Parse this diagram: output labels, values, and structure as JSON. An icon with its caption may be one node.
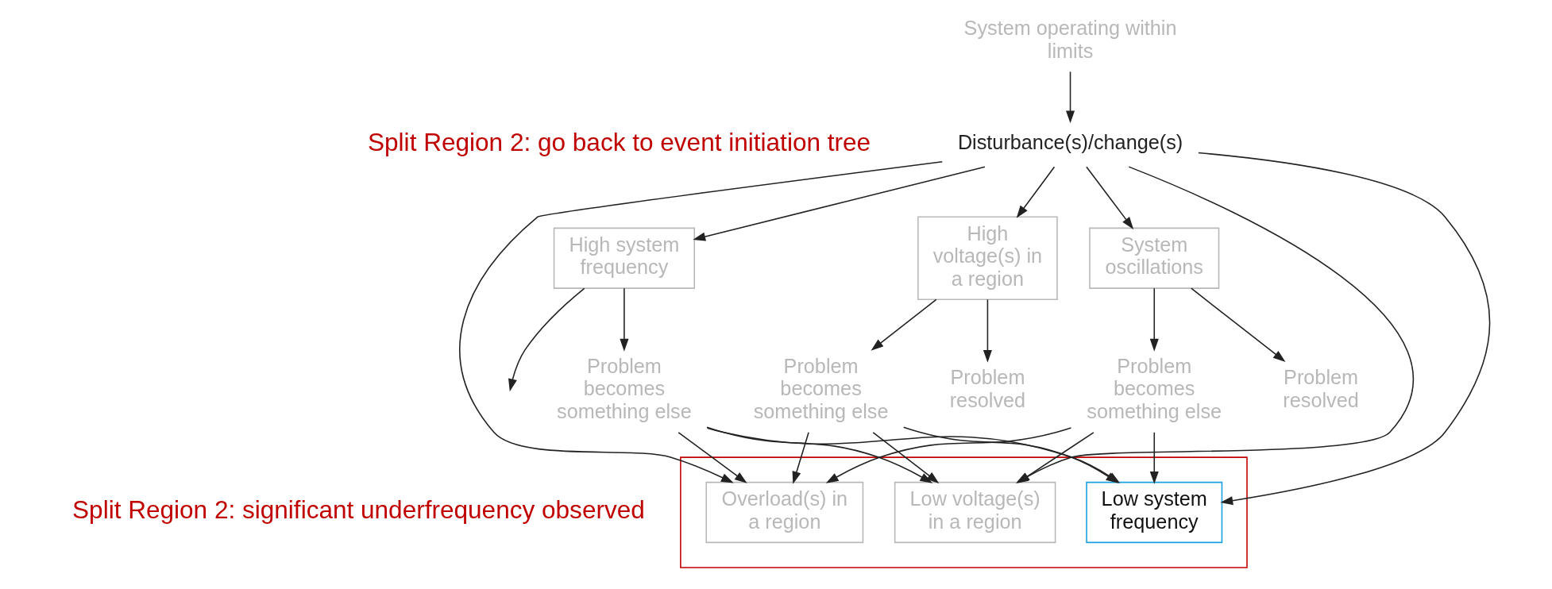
{
  "diagram": {
    "nodes": [
      {
        "text": [
          "System operating within limits"
        ]
      },
      {
        "text": [
          "Disturbance(s)/change(s)"
        ]
      },
      {
        "text": [
          "High system frequency"
        ]
      },
      {
        "text": [
          "High voltage(s) in a region"
        ]
      },
      {
        "text": [
          "System oscillations"
        ]
      },
      {
        "text": [
          "Problem becomes something else"
        ]
      },
      {
        "text": [
          "Problem resolved"
        ]
      },
      {
        "text": [
          "Problem becomes something else"
        ]
      },
      {
        "text": [
          "Problem resolved"
        ]
      },
      {
        "text": [
          "Problem becomes something else"
        ]
      },
      {
        "text": [],
        "shape": "box"
      },
      {
        "text": [
          "Low system frequency"
        ],
        "in": 10
      },
      {
        "text": [
          "Low voltage(s) in a region"
        ],
        "in": 10
      },
      {
        "text": [
          "Overload(s) in a region"
        ],
        "in": 10
      }
    ],
    "edges": [
      {
        "from": 0,
        "to": 1,
        "arrow": "to"
      },
      {
        "from": 1,
        "to": 2,
        "arrow": "to"
      },
      {
        "from": 1,
        "to": 3,
        "arrow": "to"
      },
      {
        "from": 1,
        "to": 4,
        "arrow": "to"
      },
      {
        "from": 1,
        "to": 11,
        "arrow": "to"
      },
      {
        "from": 1,
        "to": 12,
        "arrow": "to"
      },
      {
        "from": 1,
        "to": 13,
        "arrow": "to"
      },
      {
        "from": 2,
        "to": null,
        "arrow": "to"
      },
      {
        "from": 2,
        "to": 5,
        "arrow": "to"
      },
      {
        "from": 3,
        "to": 6,
        "arrow": "to"
      },
      {
        "from": 3,
        "to": 7,
        "arrow": "to"
      },
      {
        "from": 4,
        "to": 8,
        "arrow": "to"
      },
      {
        "from": 4,
        "to": 9,
        "arrow": "to"
      },
      {
        "from": 5,
        "to": 11,
        "arrow": "to"
      },
      {
        "from": 5,
        "to": 12,
        "arrow": "to"
      },
      {
        "from": 5,
        "to": 13,
        "arrow": "to"
      },
      {
        "from": 7,
        "to": 11,
        "arrow": "to"
      },
      {
        "from": 7,
        "to": 12,
        "arrow": "to"
      },
      {
        "from": 7,
        "to": 13,
        "arrow": "to"
      },
      {
        "from": 9,
        "to": 11,
        "arrow": "to"
      },
      {
        "from": 9,
        "to": 12,
        "arrow": "to"
      },
      {
        "from": 9,
        "to": 13,
        "arrow": "to"
      }
    ],
    "labels": [
      "Split Region 2: go back to event initiation tree",
      "Split Region 2: significant underfrequency observed"
    ]
  }
}
